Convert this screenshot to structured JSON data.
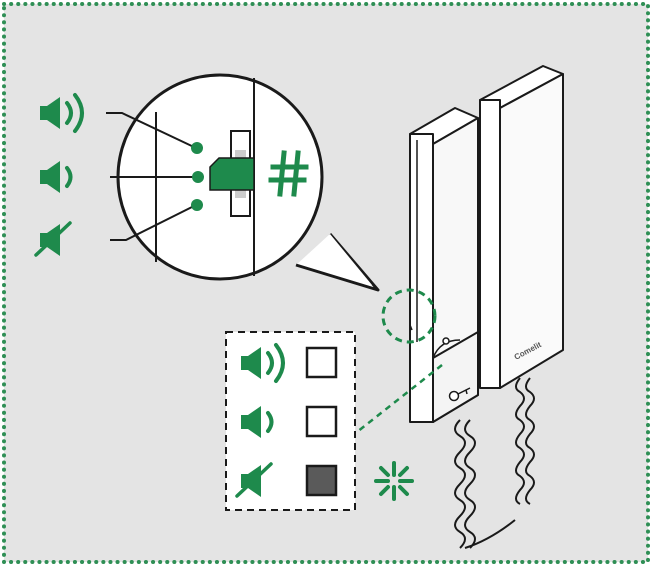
{
  "colors": {
    "background": "#e4e4e4",
    "accent_green": "#1e8a4c",
    "frame_border": "#2f8f55",
    "outline": "#1a1a1a",
    "device_body": "#ffffff",
    "checkbox_filled": "#5a5a5a"
  },
  "brand": {
    "label": "Comelit"
  },
  "indicator_levels": [
    {
      "level": "loud",
      "icon": "volume-high-icon",
      "checked": false
    },
    {
      "level": "medium",
      "icon": "volume-medium-icon",
      "checked": false
    },
    {
      "level": "mute",
      "icon": "volume-mute-icon",
      "checked": true
    }
  ],
  "zoom_symbols": {
    "switch": "hash-icon",
    "status": "blink-icon"
  },
  "selected_switch_position": "medium"
}
